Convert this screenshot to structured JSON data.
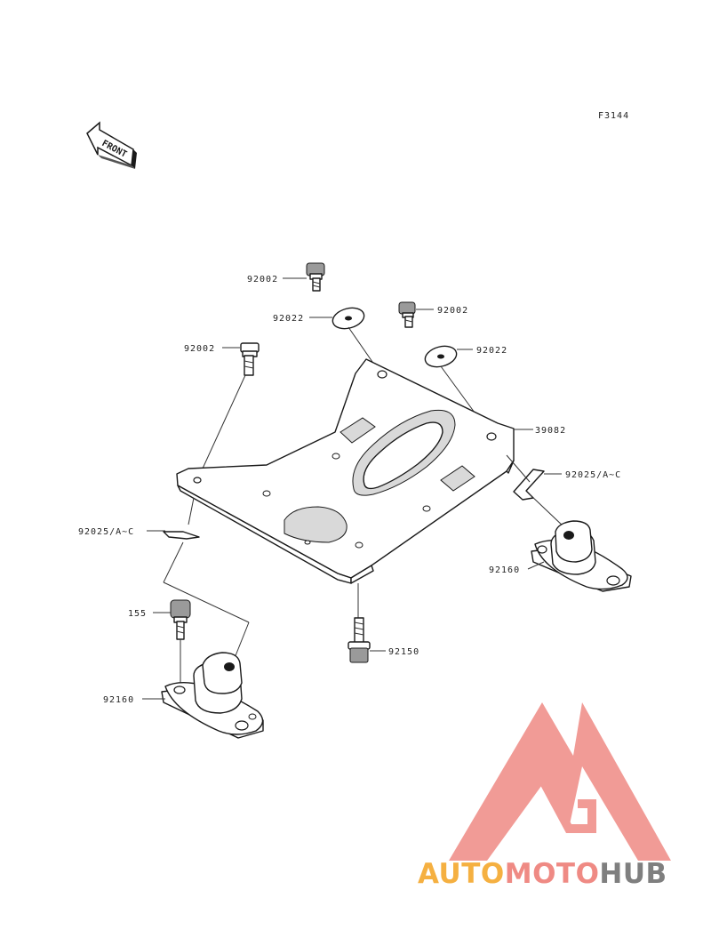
{
  "diagram": {
    "figure_code": "F3144",
    "front_indicator": "FRONT",
    "labels": {
      "bolt_top_left": "92002",
      "bolt_top_right": "92002",
      "bolt_left": "92002",
      "washer_left": "92022",
      "washer_right": "92022",
      "bracket": "39082",
      "clip_right": "92025/A~C",
      "clip_left": "92025/A~C",
      "mount_right": "92160",
      "mount_left": "92160",
      "bolt_bottom": "92150",
      "nut_left": "155"
    }
  },
  "watermark": {
    "part1": "AUTO",
    "part2": "MOTO",
    "part3": "HUB",
    "color_orange": "#f5b041",
    "color_red": "#ef8a84",
    "color_gray": "#7f7f7f"
  }
}
